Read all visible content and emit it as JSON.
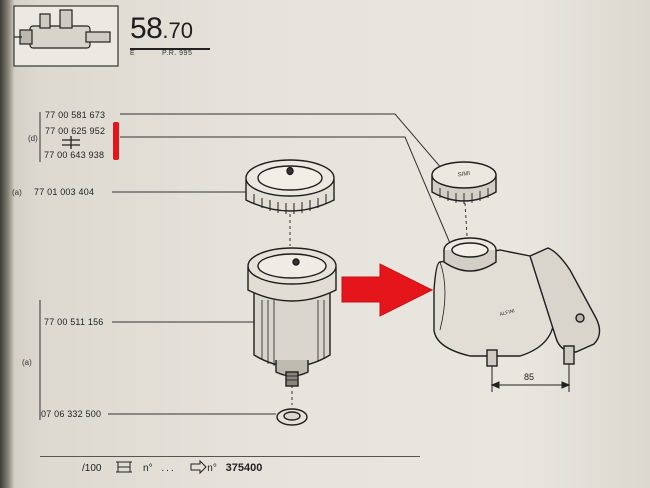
{
  "header": {
    "section_main": "58",
    "section_sub": ".70",
    "code_left": "E",
    "code_right": "P.R. 995"
  },
  "parts": {
    "p1": "77 00 581 673",
    "p2": "77 00 625 952",
    "p3": "77 00 643 938",
    "p4": "77 01 003 404",
    "p5": "77 00 511 156",
    "p6": "07 06 332 500"
  },
  "groups": {
    "d": "(d)",
    "a1": "(a)",
    "a2": "(a)"
  },
  "cap_stamp": "SIMI",
  "dimension": "85",
  "footer": {
    "fraction": "/100",
    "n_label": "n°",
    "dots": "...",
    "number": "375400"
  },
  "colors": {
    "highlight_red": "#e4151b",
    "ink": "#222222",
    "paper": "#e6e3dc"
  }
}
